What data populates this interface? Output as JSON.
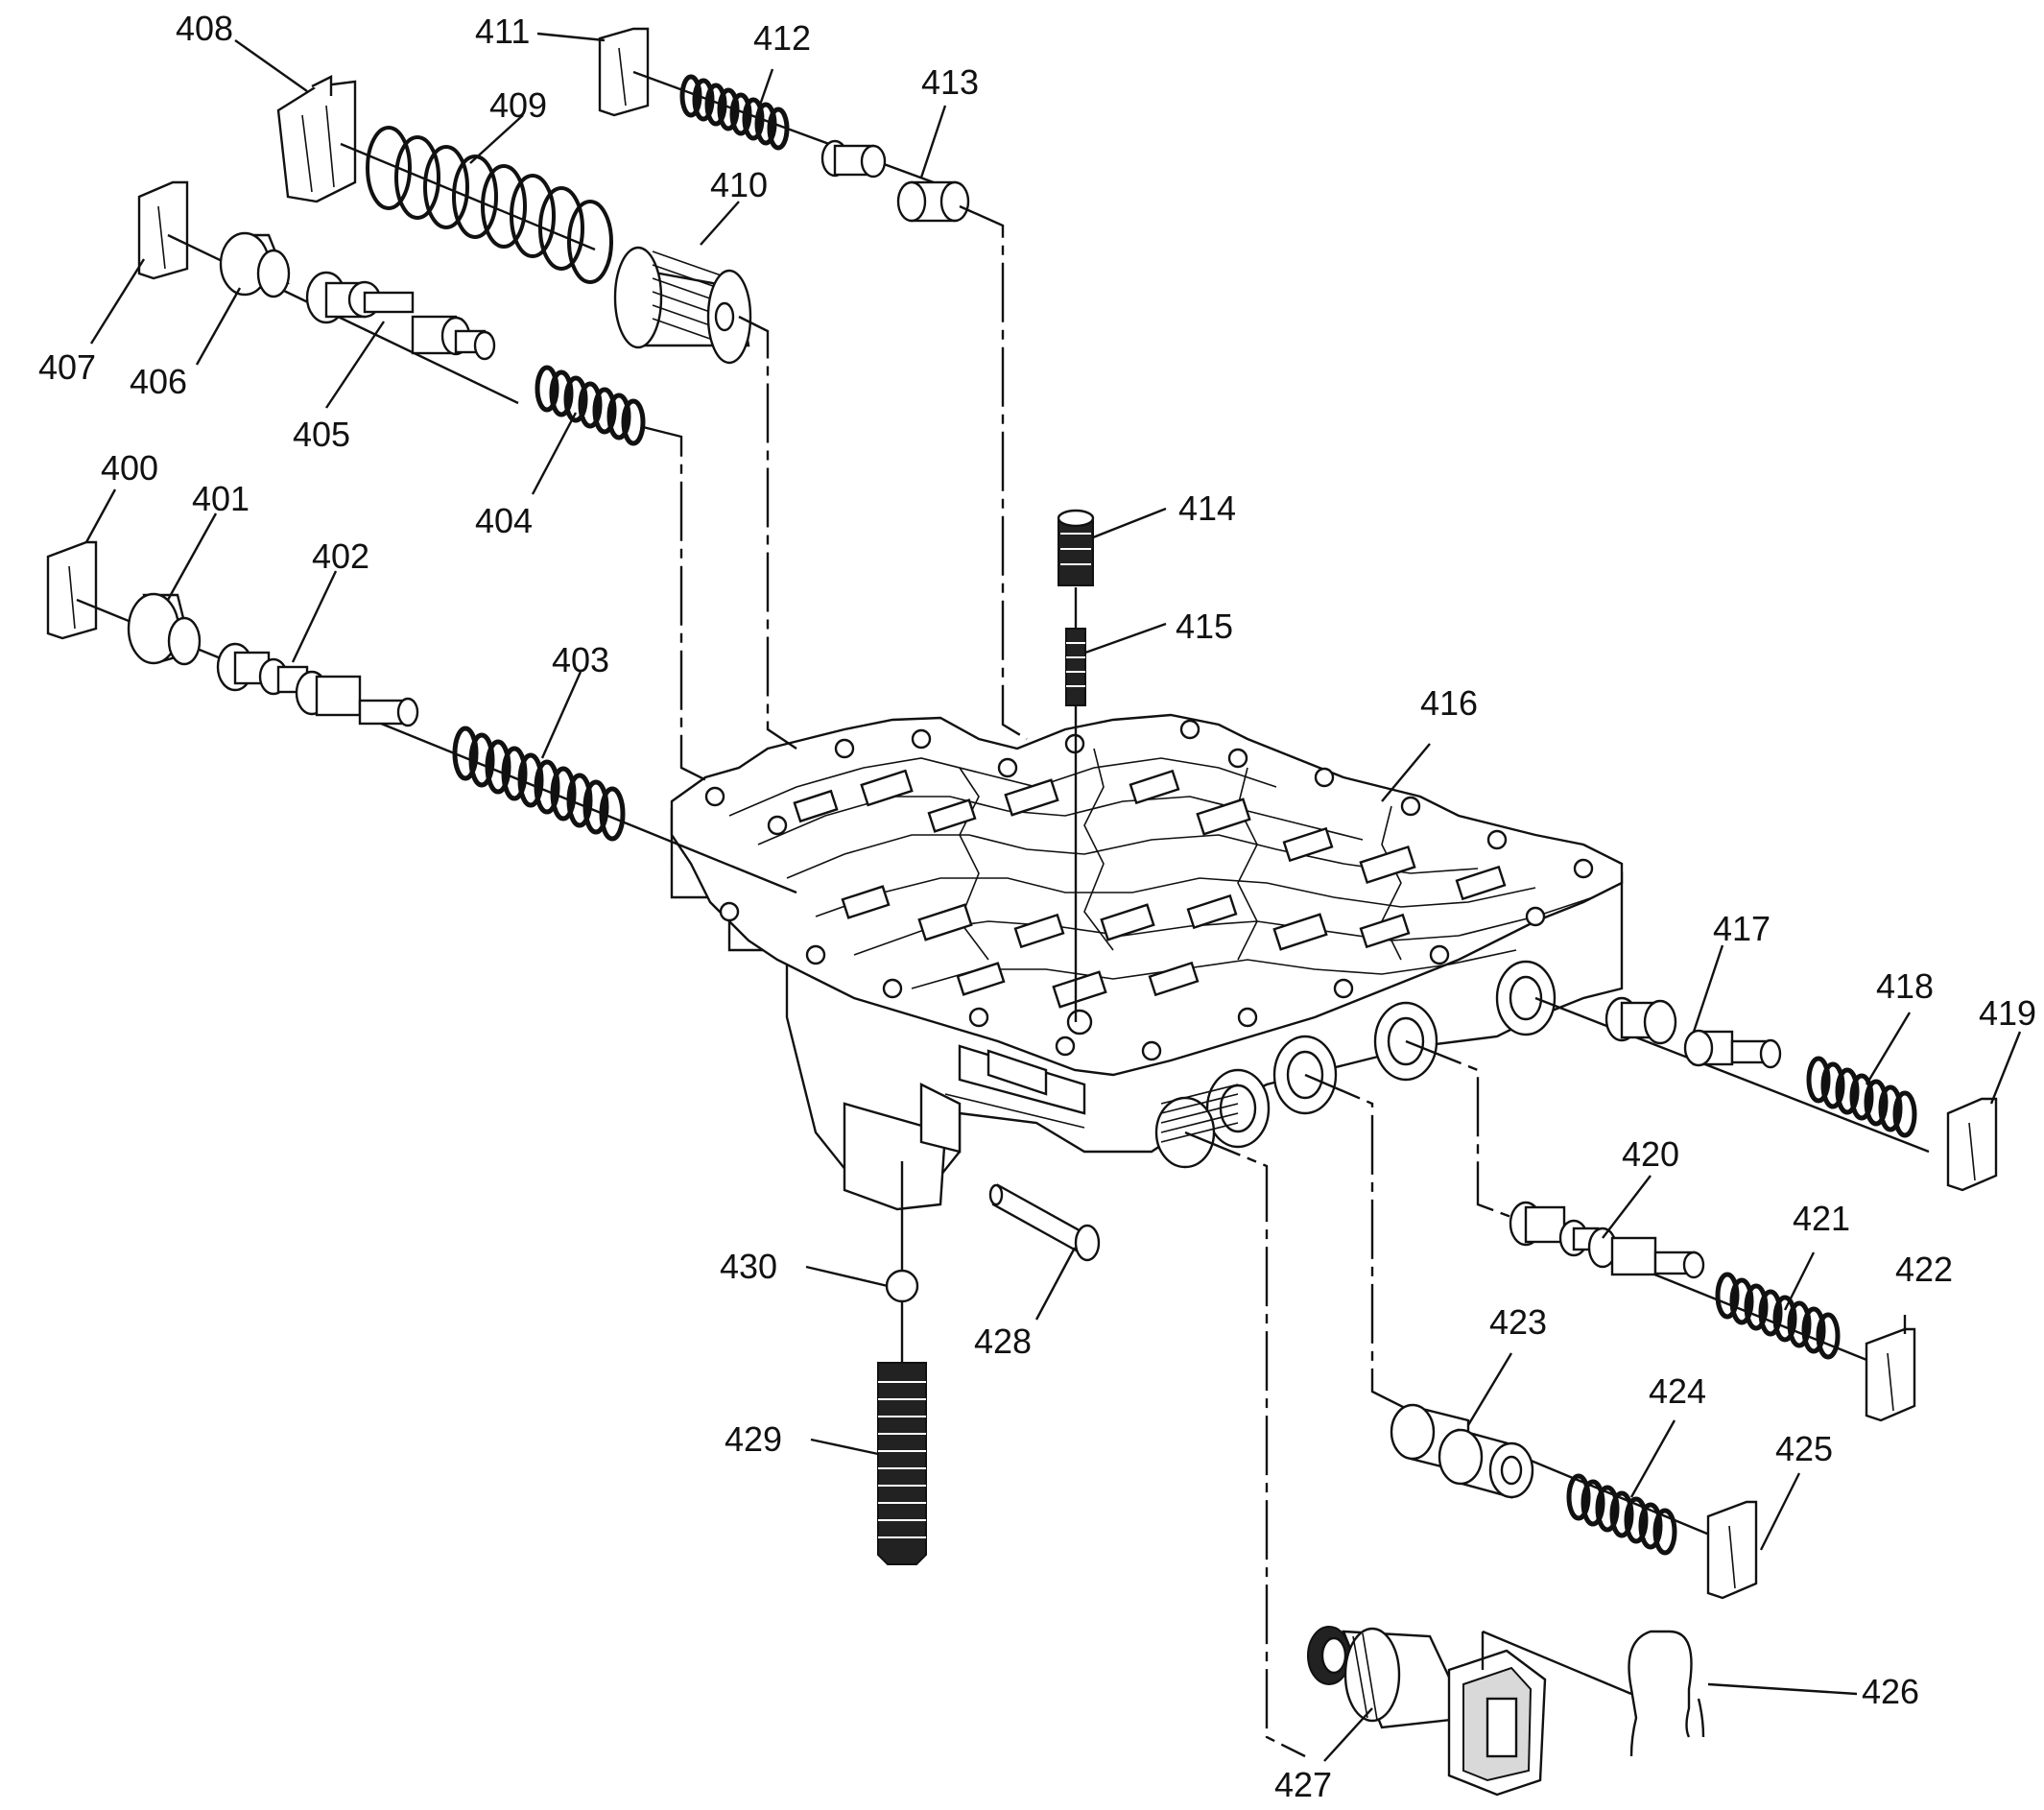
{
  "figure": {
    "type": "exploded-view parts diagram",
    "labels": [
      "400",
      "401",
      "402",
      "403",
      "404",
      "405",
      "406",
      "407",
      "408",
      "409",
      "410",
      "411",
      "412",
      "413",
      "414",
      "415",
      "416",
      "417",
      "418",
      "419",
      "420",
      "421",
      "422",
      "423",
      "424",
      "425",
      "426",
      "427",
      "428",
      "429",
      "430"
    ]
  },
  "callouts": {
    "c400": "400",
    "c401": "401",
    "c402": "402",
    "c403": "403",
    "c404": "404",
    "c405": "405",
    "c406": "406",
    "c407": "407",
    "c408": "408",
    "c409": "409",
    "c410": "410",
    "c411": "411",
    "c412": "412",
    "c413": "413",
    "c414": "414",
    "c415": "415",
    "c416": "416",
    "c417": "417",
    "c418": "418",
    "c419": "419",
    "c420": "420",
    "c421": "421",
    "c422": "422",
    "c423": "423",
    "c424": "424",
    "c425": "425",
    "c426": "426",
    "c427": "427",
    "c428": "428",
    "c429": "429",
    "c430": "430"
  }
}
